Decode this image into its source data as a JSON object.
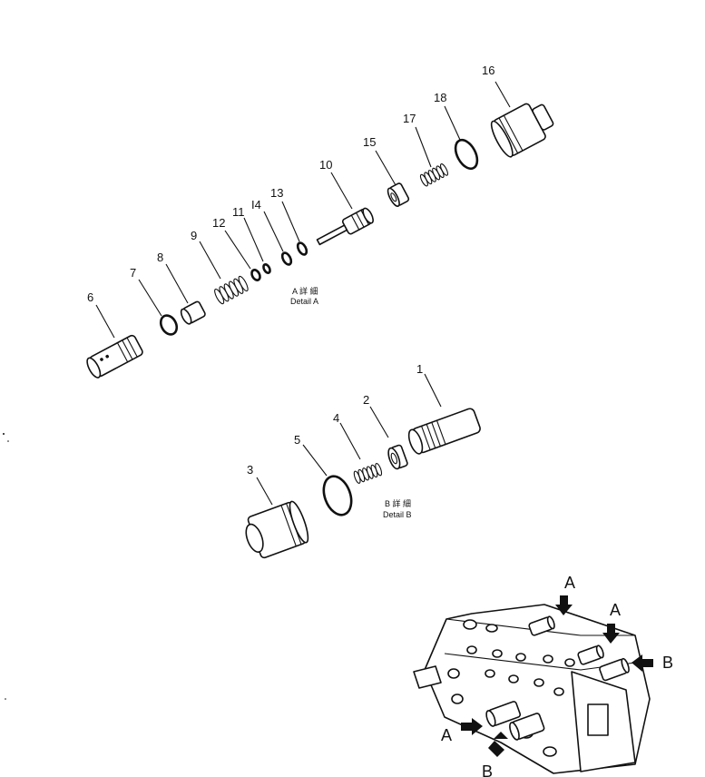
{
  "callouts": {
    "n1": "1",
    "n2": "2",
    "n3": "3",
    "n4": "4",
    "n5": "5",
    "n6": "6",
    "n7": "7",
    "n8": "8",
    "n9": "9",
    "n10": "10",
    "n11": "11",
    "n12": "12",
    "n13": "13",
    "n14": "I4",
    "n15": "15",
    "n16": "16",
    "n17": "17",
    "n18": "18"
  },
  "detail_a": {
    "jp": "A 詳 細",
    "en": "Detail  A"
  },
  "detail_b": {
    "jp": "B 詳 細",
    "en": "Detail  B"
  },
  "assembly_markers": [
    "A",
    "A",
    "B",
    "A",
    "B"
  ]
}
